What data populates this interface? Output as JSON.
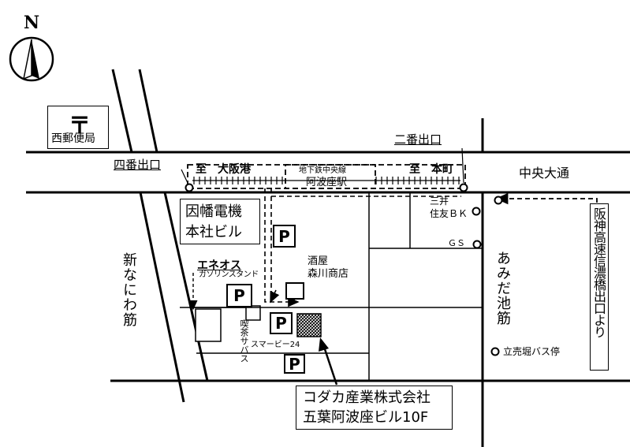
{
  "compass": {
    "label": "N"
  },
  "post_office": {
    "symbol": "〒",
    "name": "西郵便局"
  },
  "exits": {
    "four": "四番出口",
    "two": "二番出口"
  },
  "directions": {
    "to_osakako": "至　大阪港",
    "to_honmachi": "至　本町"
  },
  "station": {
    "line": "地下鉄中央線",
    "name": "阿波座駅"
  },
  "streets": {
    "chuo_odori": "中央大通",
    "shin_naniwa_suji": "新なにわ筋",
    "amida_ike_suji": "あみだ池筋"
  },
  "highway_note": "阪神高速信濃橋出口より",
  "buildings": {
    "inaba_line1": "因幡電機",
    "inaba_line2": "本社ビル",
    "eneos": "エネオス",
    "gas_station": "ガソリンスタンド",
    "sake_line1": "酒屋",
    "sake_line2": "森川商店",
    "sumitomo_line1": "三井",
    "sumitomo_line2": "住友ＢＫ",
    "gs": "ＧＳ",
    "cafe": "喫茶サバス",
    "smabi": "スマービー24"
  },
  "bus_stop": "立売堀バス停",
  "parking_symbol": "P",
  "destination": {
    "line1": "コダカ産業株式会社",
    "line2": "五葉阿波座ビル10F"
  },
  "colors": {
    "ink": "#000000",
    "paper": "#ffffff",
    "hatch": "#000000"
  }
}
